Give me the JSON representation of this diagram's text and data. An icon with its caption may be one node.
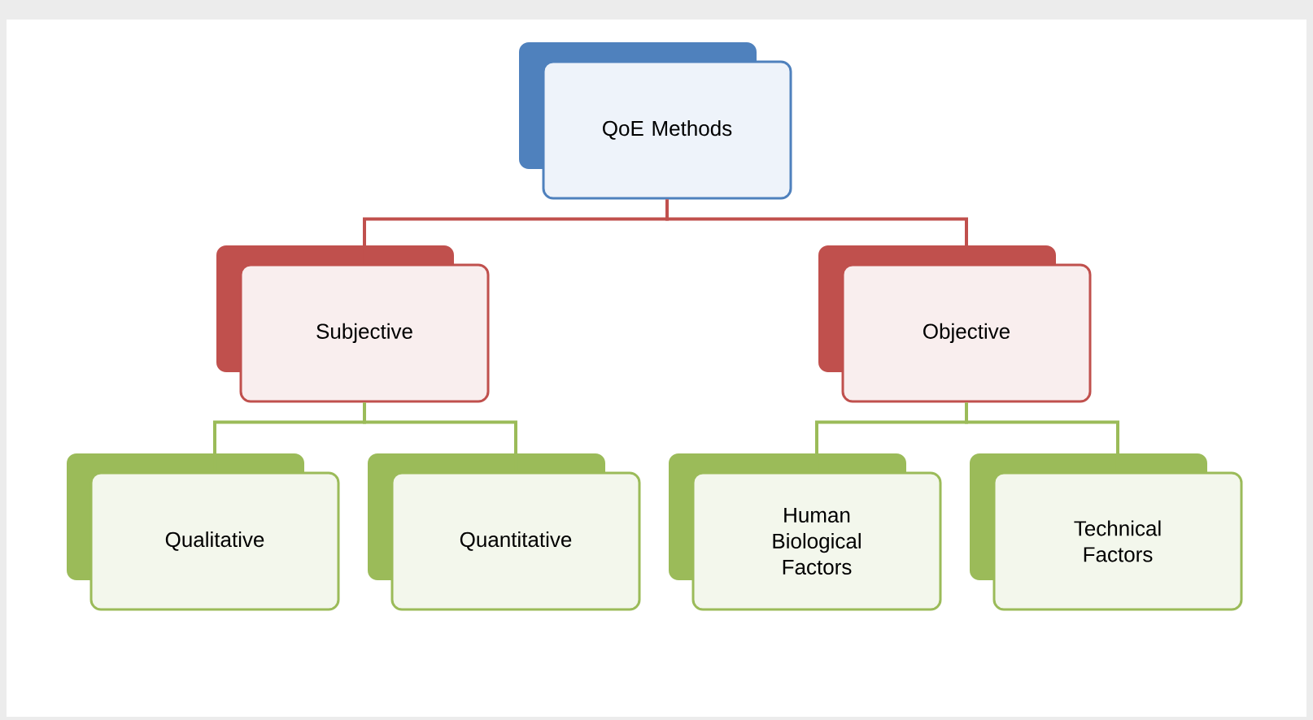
{
  "diagram": {
    "nodes": [
      {
        "text": [
          "QoE Methods"
        ]
      },
      {
        "text": [
          "Subjective"
        ]
      },
      {
        "text": [
          "Objective"
        ]
      },
      {
        "text": [
          "Qualitative"
        ]
      },
      {
        "text": [
          "Quantitative"
        ]
      },
      {
        "text": [
          "Human Biological Factors"
        ]
      },
      {
        "text": [
          "Technical Factors"
        ]
      }
    ],
    "edges": [
      {
        "from": 0,
        "to": 1,
        "arrow": "none",
        "color": "#c0504d"
      },
      {
        "from": 0,
        "to": 2,
        "arrow": "none",
        "color": "#c0504d"
      },
      {
        "from": 1,
        "to": 3,
        "arrow": "none"
      },
      {
        "from": 1,
        "to": 4,
        "arrow": "none"
      },
      {
        "from": 2,
        "to": 5,
        "arrow": "none"
      },
      {
        "from": 2,
        "to": 6,
        "arrow": "none"
      }
    ]
  }
}
